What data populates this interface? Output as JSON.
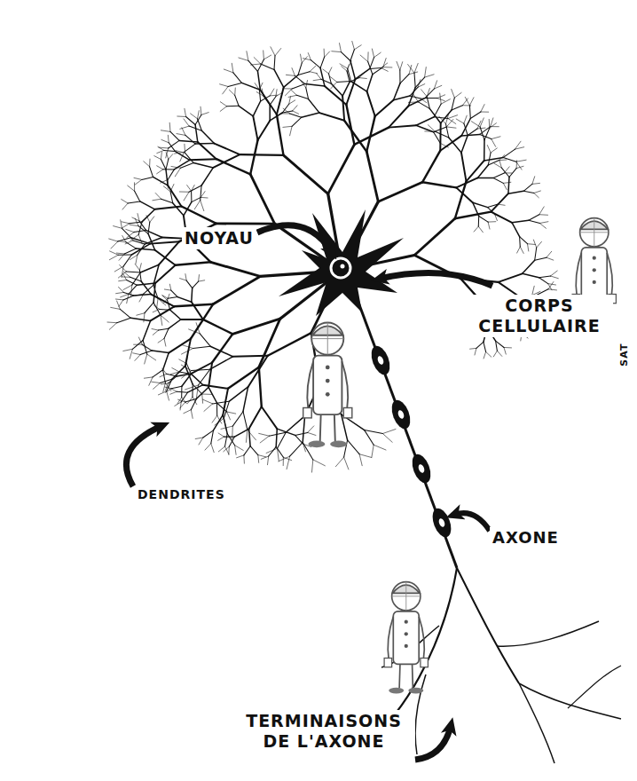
{
  "diagram": {
    "labels": [
      "NOYAU",
      "CORPS CELLULAIRE",
      "DENDRITES",
      "AXONE",
      "TERMINAISONS DE L'AXONE",
      "SAT"
    ]
  }
}
